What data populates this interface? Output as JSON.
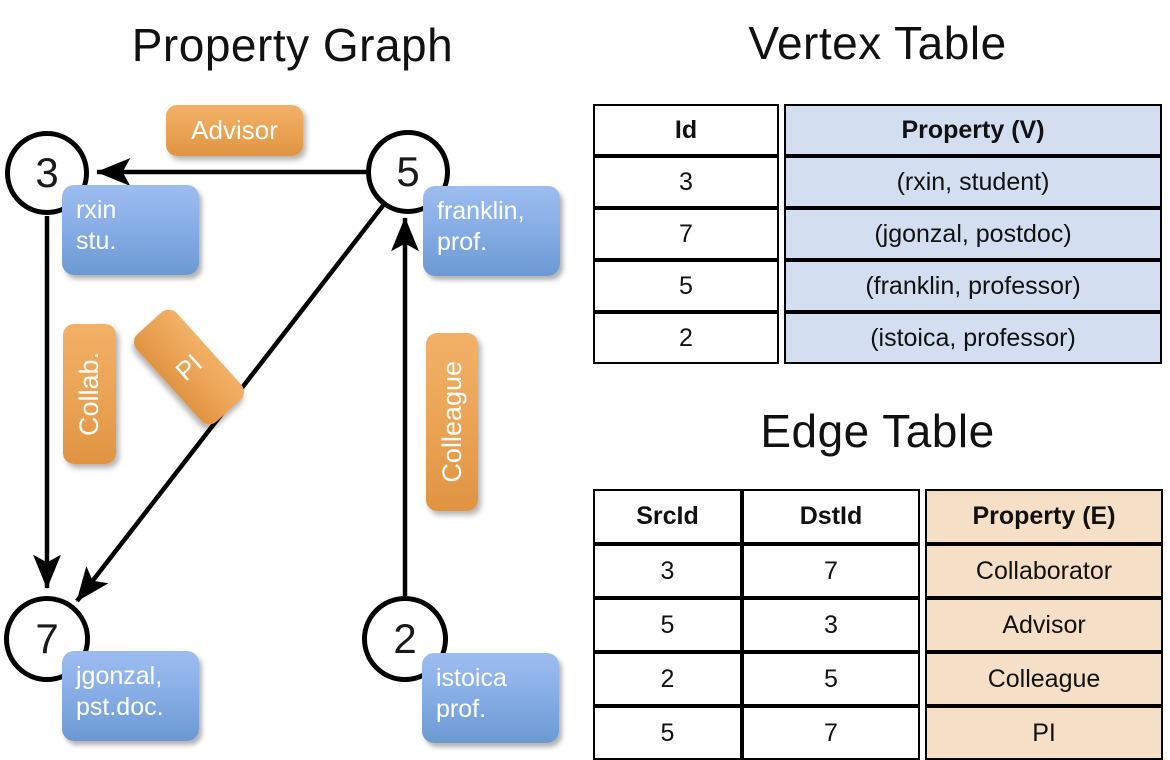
{
  "panels": {
    "graph_title": "Property Graph",
    "vertex_title": "Vertex Table",
    "edge_title": "Edge Table"
  },
  "colors": {
    "vertex_box_fill": "#88aee6",
    "edge_box_fill": "#eca557",
    "vertex_table_fill": "#d3dff1",
    "edge_table_fill": "#f5dfc6",
    "stroke": "#000000"
  },
  "graph": {
    "nodes": [
      {
        "id": "3",
        "prop_line1": "rxin",
        "prop_line2": "stu."
      },
      {
        "id": "5",
        "prop_line1": "franklin,",
        "prop_line2": "prof."
      },
      {
        "id": "7",
        "prop_line1": "jgonzal,",
        "prop_line2": "pst.doc."
      },
      {
        "id": "2",
        "prop_line1": "istoica",
        "prop_line2": "prof."
      }
    ],
    "edge_labels": [
      {
        "name": "advisor",
        "text": "Advisor"
      },
      {
        "name": "collab",
        "text": "Collab."
      },
      {
        "name": "pi",
        "text": "PI"
      },
      {
        "name": "colleague",
        "text": "Colleague"
      }
    ],
    "edges": [
      {
        "from": "5",
        "to": "3",
        "label": "Advisor"
      },
      {
        "from": "3",
        "to": "7",
        "label": "Collab."
      },
      {
        "from": "5",
        "to": "7",
        "label": "PI"
      },
      {
        "from": "2",
        "to": "5",
        "label": "Colleague"
      }
    ]
  },
  "vertex_table": {
    "headers": [
      "Id",
      "Property (V)"
    ],
    "rows": [
      [
        "3",
        "(rxin, student)"
      ],
      [
        "7",
        "(jgonzal, postdoc)"
      ],
      [
        "5",
        "(franklin, professor)"
      ],
      [
        "2",
        "(istoica, professor)"
      ]
    ]
  },
  "edge_table": {
    "headers": [
      "SrcId",
      "DstId",
      "Property (E)"
    ],
    "rows": [
      [
        "3",
        "7",
        "Collaborator"
      ],
      [
        "5",
        "3",
        "Advisor"
      ],
      [
        "2",
        "5",
        "Colleague"
      ],
      [
        "5",
        "7",
        "PI"
      ]
    ]
  }
}
